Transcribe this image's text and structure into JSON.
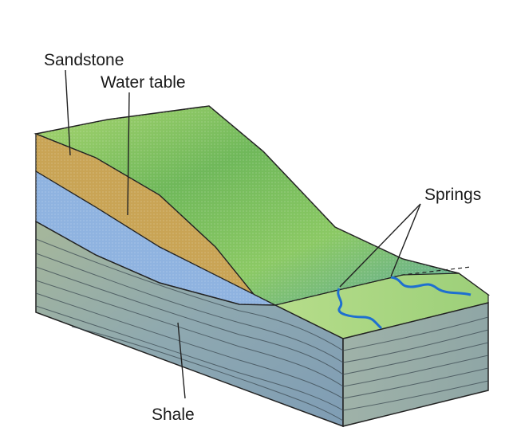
{
  "labels": {
    "sandstone": "Sandstone",
    "water_table": "Water table",
    "springs": "Springs",
    "shale": "Shale"
  },
  "colors": {
    "hill_green": "#78bf57",
    "hill_light": "#a8d56f",
    "sandstone": "#c9a455",
    "saturated_sandstone": "#8fb3e0",
    "shale": "#8ea8b0",
    "shale_side": "#9fb2a8",
    "spring_stream": "#1e6fd0",
    "outline": "#222222"
  }
}
